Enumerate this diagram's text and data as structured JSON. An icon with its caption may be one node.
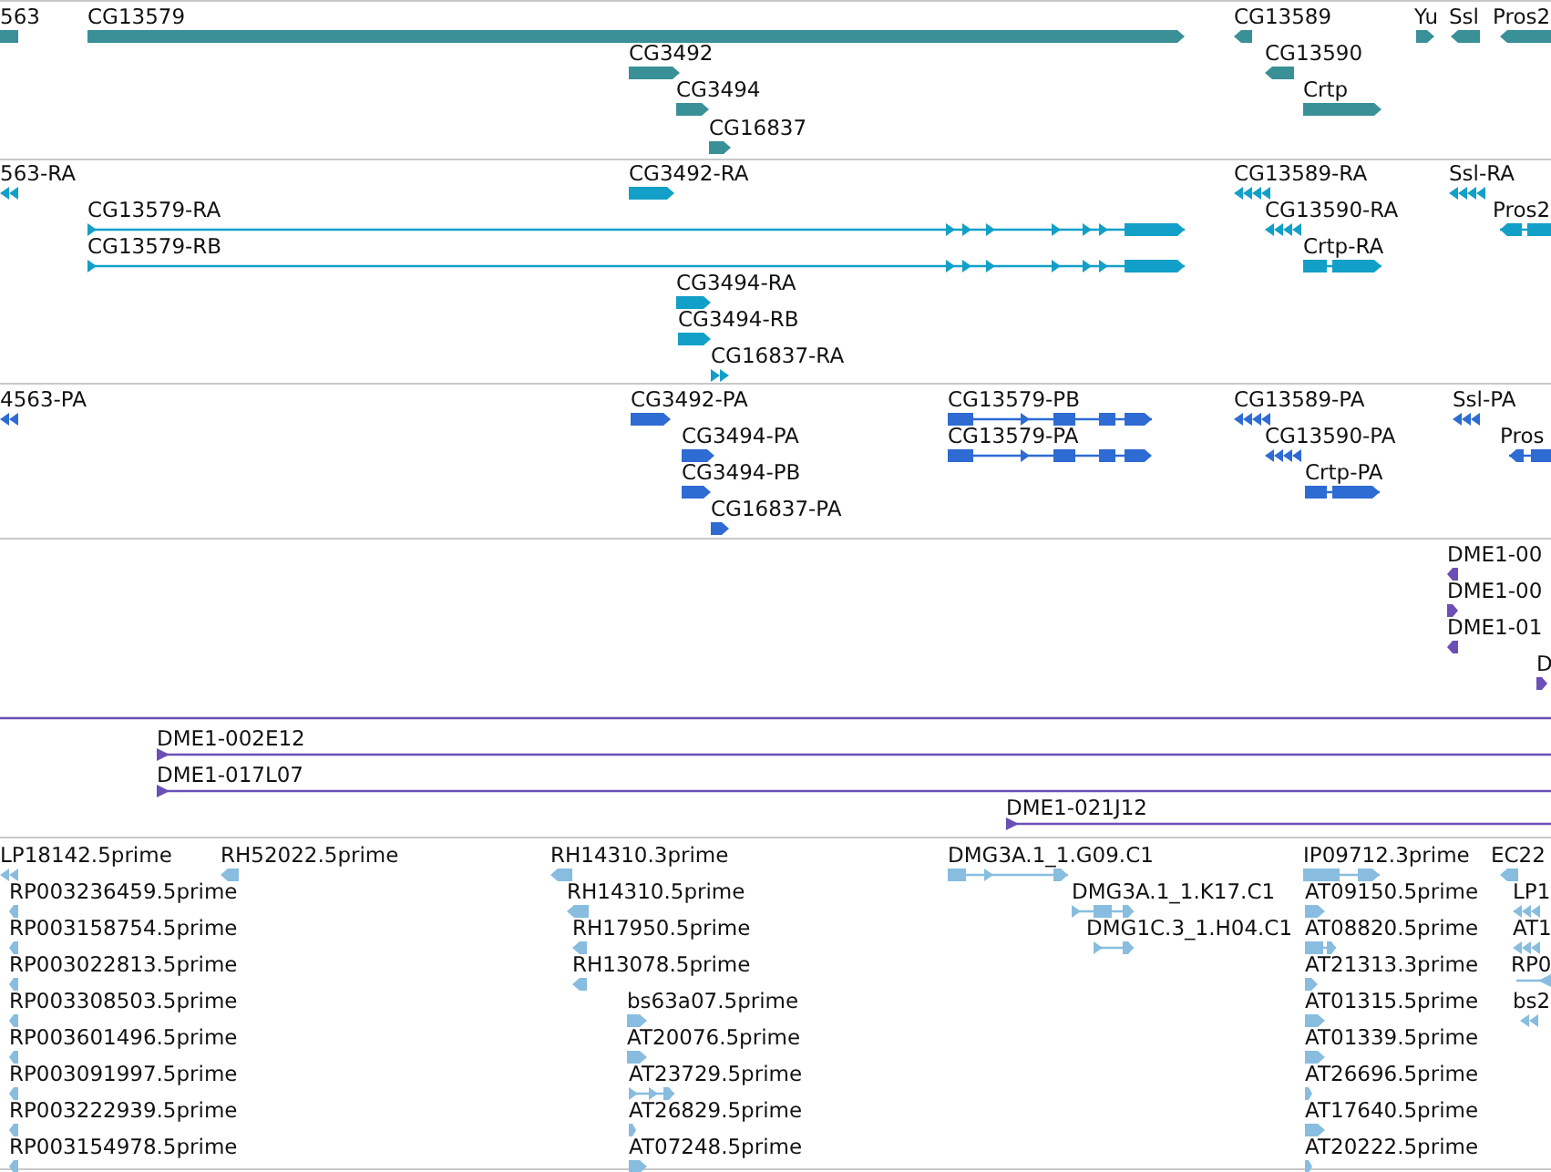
{
  "diagram": {
    "labels": [
      "563",
      "CG13579",
      "CG13589",
      "Yu",
      "Ssl",
      "Pros2",
      "CG3492",
      "CG13590",
      "CG3494",
      "Crtp",
      "CG16837",
      "563-RA",
      "CG3492-RA",
      "CG13589-RA",
      "Ssl-RA",
      "CG13579-RA",
      "CG13590-RA",
      "Pros2",
      "CG13579-RB",
      "Crtp-RA",
      "CG3494-RA",
      "CG3494-RB",
      "CG16837-RA",
      "4563-PA",
      "CG3492-PA",
      "CG13579-PB",
      "CG13589-PA",
      "Ssl-PA",
      "CG3494-PA",
      "CG13579-PA",
      "CG13590-PA",
      "Pros",
      "CG3494-PB",
      "Crtp-PA",
      "CG16837-PA",
      "DME1-00",
      "DME1-00",
      "DME1-01",
      "D",
      "DME1-002E12",
      "DME1-017L07",
      "DME1-021J12",
      "LP18142.5prime",
      "RH52022.5prime",
      "RH14310.3prime",
      "DMG3A.1_1.G09.C1",
      "IP09712.3prime",
      "EC22",
      "RP003236459.5prime",
      "RH14310.5prime",
      "DMG3A.1_1.K17.C1",
      "AT09150.5prime",
      "LP1",
      "RP003158754.5prime",
      "RH17950.5prime",
      "DMG1C.3_1.H04.C1",
      "AT08820.5prime",
      "AT1",
      "RP003022813.5prime",
      "RH13078.5prime",
      "AT21313.3prime",
      "RP0",
      "RP003308503.5prime",
      "bs63a07.5prime",
      "AT01315.5prime",
      "bs2",
      "RP003601496.5prime",
      "AT20076.5prime",
      "AT01339.5prime",
      "RP003091997.5prime",
      "AT23729.5prime",
      "AT26696.5prime",
      "RP003222939.5prime",
      "AT26829.5prime",
      "AT17640.5prime",
      "RP003154978.5prime",
      "AT07248.5prime",
      "AT20222.5prime"
    ]
  }
}
